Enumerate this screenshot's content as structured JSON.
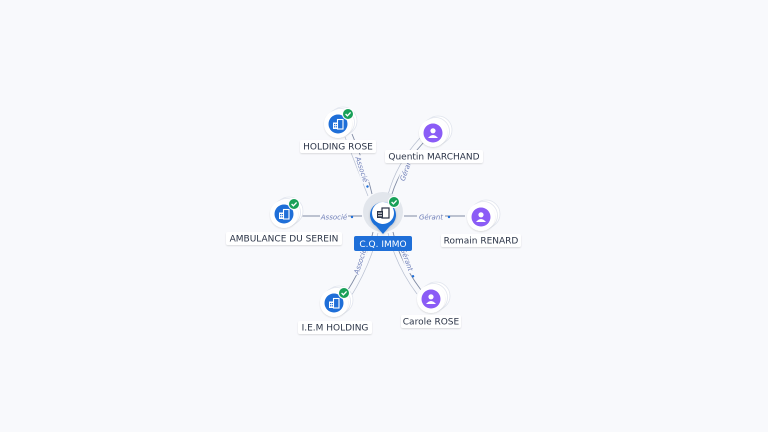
{
  "colors": {
    "company": "#1f6fd8",
    "person": "#8b5cf6",
    "verified": "#18a058",
    "edge": "#7f8aa3",
    "center_bg": "#1f6fd8"
  },
  "center": {
    "label": "C.Q. IMMO",
    "icon": "building-icon",
    "verified": true
  },
  "nodes": [
    {
      "id": "holding-rose",
      "label": "HOLDING ROSE",
      "kind": "company",
      "verified": true
    },
    {
      "id": "quentin-marchand",
      "label": "Quentin MARCHAND",
      "kind": "person",
      "verified": false
    },
    {
      "id": "ambulance-du-serein",
      "label": "AMBULANCE DU SEREIN",
      "kind": "company",
      "verified": true
    },
    {
      "id": "romain-renard",
      "label": "Romain RENARD",
      "kind": "person",
      "verified": false
    },
    {
      "id": "iem-holding",
      "label": "I.E.M HOLDING",
      "kind": "company",
      "verified": true
    },
    {
      "id": "carole-rose",
      "label": "Carole ROSE",
      "kind": "person",
      "verified": false
    }
  ],
  "edges": [
    {
      "node": "holding-rose",
      "label": "Associé"
    },
    {
      "node": "quentin-marchand",
      "label": "Gérant"
    },
    {
      "node": "ambulance-du-serein",
      "label": "Associé"
    },
    {
      "node": "romain-renard",
      "label": "Gérant"
    },
    {
      "node": "iem-holding",
      "label": "Associé"
    },
    {
      "node": "carole-rose",
      "label": "Gérant"
    }
  ]
}
